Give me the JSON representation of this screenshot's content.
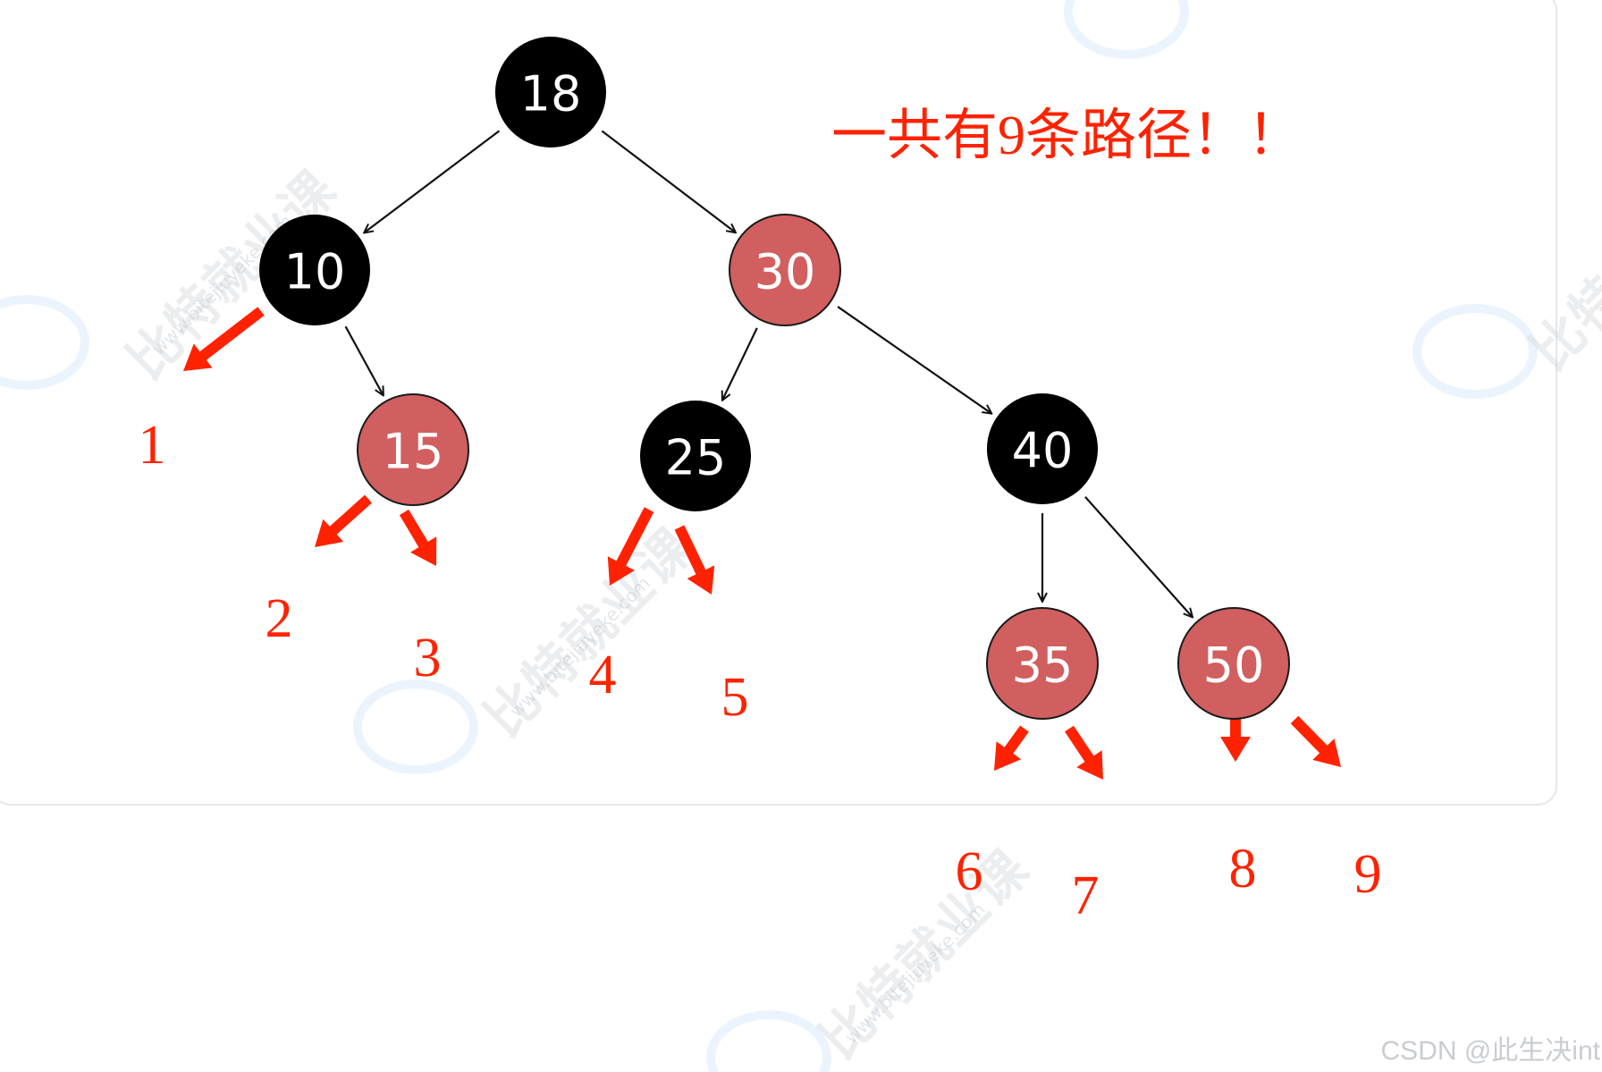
{
  "note": "一共有9条路径！！",
  "credit": "CSDN @此生决int",
  "colors": {
    "black_node": "#000000",
    "red_node": "#d15f5f",
    "annotation": "#ff2200",
    "edge": "#111111"
  },
  "tree": {
    "nodes": [
      {
        "id": "n18",
        "value": "18",
        "color": "black"
      },
      {
        "id": "n10",
        "value": "10",
        "color": "black"
      },
      {
        "id": "n30",
        "value": "30",
        "color": "red"
      },
      {
        "id": "n15",
        "value": "15",
        "color": "red"
      },
      {
        "id": "n25",
        "value": "25",
        "color": "black"
      },
      {
        "id": "n40",
        "value": "40",
        "color": "black"
      },
      {
        "id": "n35",
        "value": "35",
        "color": "red"
      },
      {
        "id": "n50",
        "value": "50",
        "color": "red"
      }
    ],
    "edges": [
      {
        "from": "n18",
        "to": "n10"
      },
      {
        "from": "n18",
        "to": "n30"
      },
      {
        "from": "n10",
        "to": "n15"
      },
      {
        "from": "n30",
        "to": "n25"
      },
      {
        "from": "n30",
        "to": "n40"
      },
      {
        "from": "n40",
        "to": "n35"
      },
      {
        "from": "n40",
        "to": "n50"
      }
    ],
    "paths": [
      {
        "label": "1",
        "from": "n10",
        "side": "left"
      },
      {
        "label": "2",
        "from": "n15",
        "side": "left"
      },
      {
        "label": "3",
        "from": "n15",
        "side": "right"
      },
      {
        "label": "4",
        "from": "n25",
        "side": "left"
      },
      {
        "label": "5",
        "from": "n25",
        "side": "right"
      },
      {
        "label": "6",
        "from": "n35",
        "side": "left"
      },
      {
        "label": "7",
        "from": "n35",
        "side": "right"
      },
      {
        "label": "8",
        "from": "n50",
        "side": "left"
      },
      {
        "label": "9",
        "from": "n50",
        "side": "right"
      }
    ]
  },
  "watermark": {
    "brand": "比特就业课",
    "url": "www.bitejiuyeke.com"
  }
}
